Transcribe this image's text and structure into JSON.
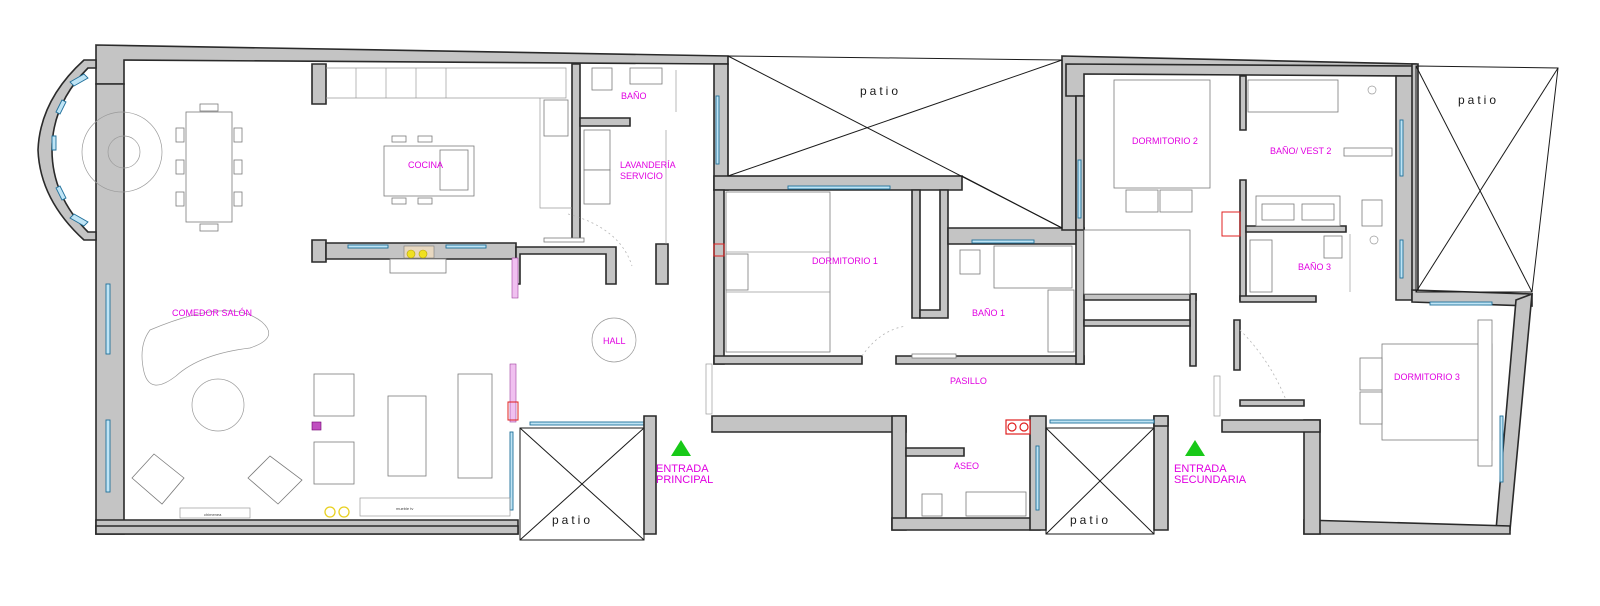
{
  "rooms": {
    "cocina": "COCINA",
    "bano": "BAÑO",
    "lavanderia": "LAVANDERÍA",
    "servicio": "SERVICIO",
    "comedor_salon": "COMEDOR SALÓN",
    "hall": "HALL",
    "dormitorio1": "DORMITORIO 1",
    "bano1": "BAÑO 1",
    "pasillo": "PASILLO",
    "aseo": "ASEO",
    "dormitorio2": "DORMITORIO 2",
    "bano_vest2": "BAÑO/ VEST 2",
    "bano3": "BAÑO 3",
    "dormitorio3": "DORMITORIO 3"
  },
  "patios": {
    "center_top": "patio",
    "right_top": "patio",
    "bottom_left": "patio",
    "bottom_center": "patio"
  },
  "entrances": {
    "principal": {
      "line1": "ENTRADA",
      "line2": "PRINCIPAL"
    },
    "secundaria": {
      "line1": "ENTRADA",
      "line2": "SECUNDARIA"
    }
  },
  "colors": {
    "label": "#e100e1",
    "wall": "#c4c4c4",
    "window": "#bfe4f5",
    "entry_arrow": "#18c918",
    "fixture_red": "#e02020",
    "fixture_yellow": "#f0e020"
  }
}
